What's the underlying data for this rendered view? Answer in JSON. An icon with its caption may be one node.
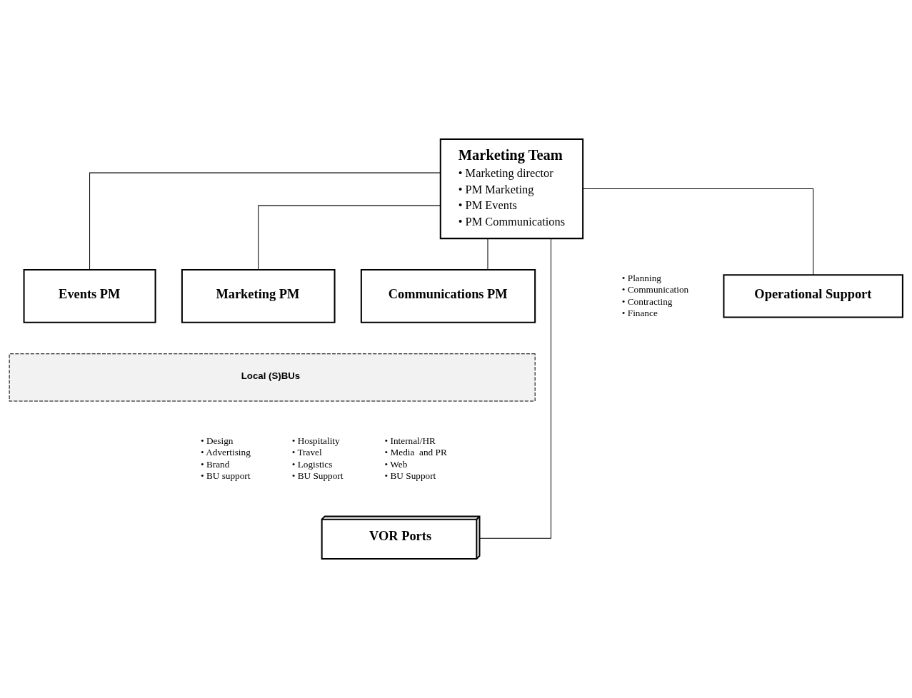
{
  "diagram": {
    "nodes": [
      {
        "text": [
          "Marketing Team",
          "• Marketing director",
          "• PM Marketing",
          "• PM Events",
          "• PM Communications"
        ]
      },
      {
        "text": [
          "Operational Support"
        ]
      },
      {
        "text": [
          "Local (S)BUs"
        ]
      },
      {
        "text": [
          "Events PM"
        ]
      },
      {
        "text": [
          "Marketing PM"
        ]
      },
      {
        "text": [
          "Communications PM"
        ]
      },
      {
        "text": [
          "VOR Ports"
        ]
      }
    ],
    "edges": [
      {
        "from": 0,
        "to": 1,
        "arrow": "none"
      },
      {
        "from": 0,
        "to": 3,
        "arrow": "none"
      },
      {
        "from": 0,
        "to": 4,
        "arrow": "none"
      },
      {
        "from": 0,
        "to": 5,
        "arrow": "none"
      },
      {
        "from": 0,
        "to": 6,
        "arrow": "none"
      }
    ],
    "labels": [
      "• Planning",
      "• Communication",
      "• Contracting",
      "• Finance",
      "• Design",
      "• Advertising",
      "• Brand",
      "• BU support",
      "• Hospitality",
      "• Travel",
      "• Logistics",
      "• BU Support",
      "• Internal/HR",
      "• Media  and PR",
      "• Web",
      "• BU Support"
    ]
  }
}
